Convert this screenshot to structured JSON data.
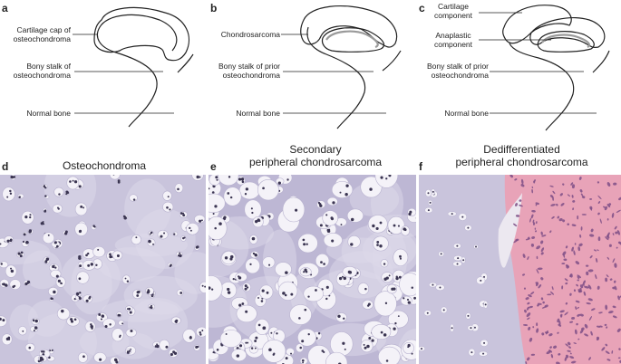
{
  "panels": {
    "a": {
      "letter": "a",
      "cap_label_1": "Cartilage cap of",
      "cap_label_2": "osteochondroma",
      "stalk_label_1": "Bony stalk of",
      "stalk_label_2": "osteochondroma",
      "bone_label": "Normal bone"
    },
    "b": {
      "letter": "b",
      "chondro_label": "Chondrosarcoma",
      "stalk_label_1": "Bony stalk of prior",
      "stalk_label_2": "osteochondroma",
      "bone_label": "Normal bone"
    },
    "c": {
      "letter": "c",
      "cart_label_1": "Cartilage",
      "cart_label_2": "component",
      "anap_label_1": "Anaplastic",
      "anap_label_2": "component",
      "stalk_label_1": "Bony stalk of prior",
      "stalk_label_2": "osteochondroma",
      "bone_label": "Normal bone"
    },
    "d": {
      "letter": "d",
      "title": "Osteochondroma"
    },
    "e": {
      "letter": "e",
      "title_1": "Secondary",
      "title_2": "peripheral chondrosarcoma"
    },
    "f": {
      "letter": "f",
      "title_1": "Dedifferentiated",
      "title_2": "peripheral chondrosarcoma"
    }
  },
  "colors": {
    "line": "#222222",
    "gray_band": "#9a9a9a",
    "cartilage_matrix": "#c9c4dc",
    "cartilage_light": "#ddd9ea",
    "lacuna": "#f4f2f8",
    "nucleus": "#3b3552",
    "stroma_pink": "#e8a3b8",
    "stroma_dark": "#7e4f86"
  }
}
